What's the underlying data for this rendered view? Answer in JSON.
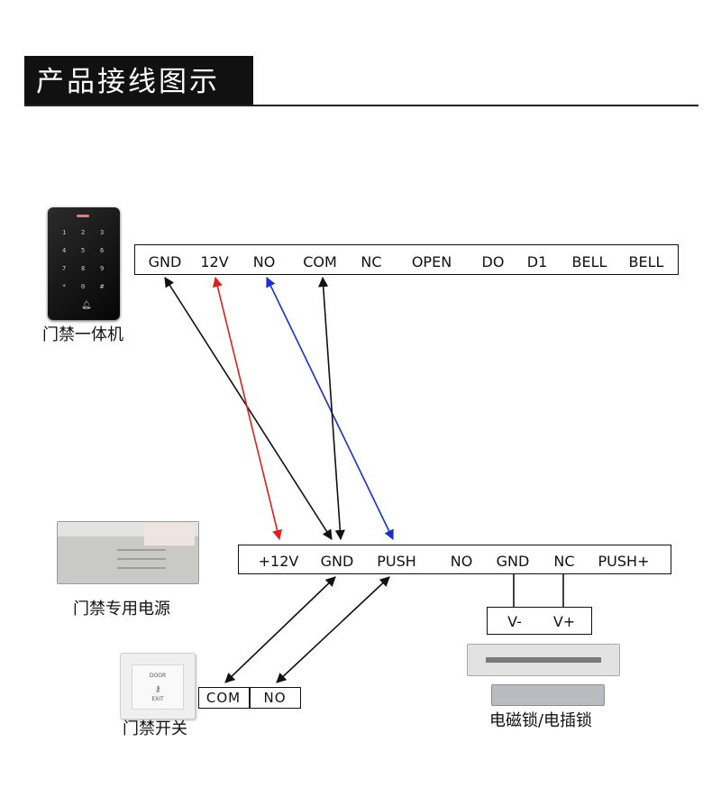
{
  "header": {
    "title": "产品接线图示"
  },
  "devices": {
    "keypad": {
      "caption": "门禁一体机",
      "keys": [
        "1",
        "2",
        "3",
        "4",
        "5",
        "6",
        "7",
        "8",
        "9",
        "*",
        "0",
        "#"
      ]
    },
    "power_supply": {
      "caption": "门禁专用电源"
    },
    "exit_button": {
      "caption": "门禁开关",
      "face_top": "DOOR",
      "face_bottom": "EXIT"
    },
    "lock": {
      "caption": "电磁锁/电插锁"
    }
  },
  "keypad_terminals": [
    "GND",
    "12V",
    "NO",
    "COM",
    "NC",
    "OPEN",
    "DO",
    "D1",
    "BELL",
    "BELL"
  ],
  "psu_terminals": [
    "+12V",
    "GND",
    "PUSH",
    "NO",
    "GND",
    "NC",
    "PUSH+"
  ],
  "lock_terminals": [
    "V-",
    "V+"
  ],
  "button_terminals": [
    "COM",
    "NO"
  ],
  "wires": [
    {
      "from": "keypad.GND",
      "to": "psu.GND",
      "color": "#111111"
    },
    {
      "from": "keypad.12V",
      "to": "psu.+12V",
      "color": "#e02020"
    },
    {
      "from": "keypad.NO",
      "to": "psu.PUSH",
      "color": "#1a2fd0"
    },
    {
      "from": "keypad.COM",
      "to": "psu.GND",
      "color": "#111111"
    },
    {
      "from": "button.COM",
      "to": "psu.GND",
      "color": "#111111"
    },
    {
      "from": "button.NO",
      "to": "psu.PUSH",
      "color": "#111111"
    },
    {
      "from": "psu.GND",
      "to": "lock.V-",
      "color": "#111111"
    },
    {
      "from": "psu.NC",
      "to": "lock.V+",
      "color": "#111111"
    }
  ]
}
